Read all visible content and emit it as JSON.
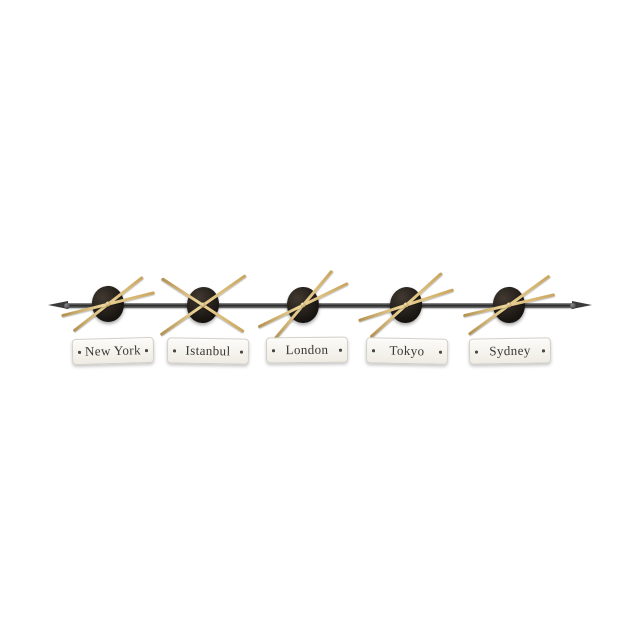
{
  "product": {
    "kind": "multi-timezone-wall-clock-set",
    "clock_count": 5
  },
  "clocks": [
    {
      "city": "New York"
    },
    {
      "city": "Istanbul"
    },
    {
      "city": "London"
    },
    {
      "city": "Tokyo"
    },
    {
      "city": "Sydney"
    }
  ],
  "colors": {
    "background": "#ffffff",
    "rod": "#3a3a3a",
    "clock_face": "#1b1713",
    "hands_brass": "#d8b878",
    "plate": "#f6f4ee",
    "plate_text": "#3a3733"
  }
}
